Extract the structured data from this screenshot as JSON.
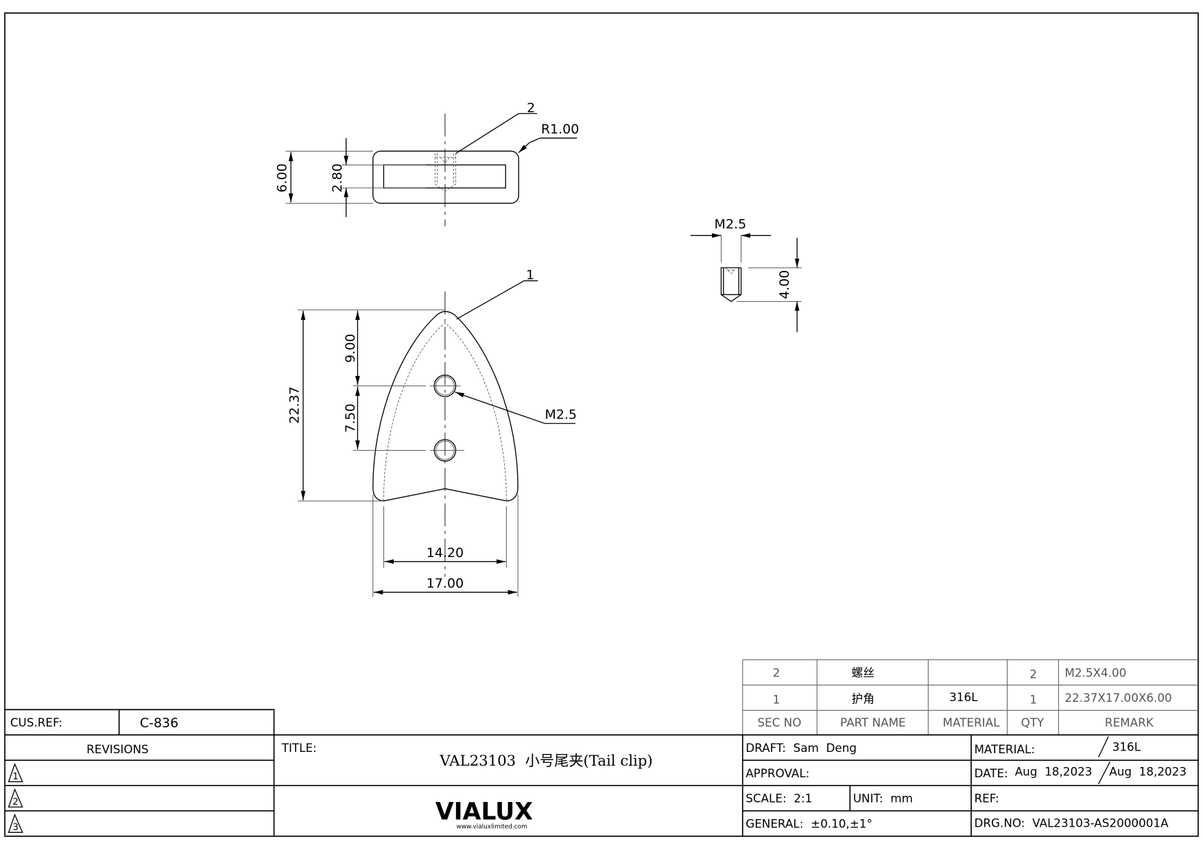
{
  "drawing": {
    "top_view": {
      "balloon": "2",
      "radius": "R1.00",
      "height": "6.00",
      "slot": "2.80"
    },
    "front_view": {
      "balloon": "1",
      "total_height": "22.37",
      "hole_offset": "9.00",
      "hole_pitch": "7.50",
      "thread": "M2.5",
      "inner_width": "14.20",
      "outer_width": "17.00"
    },
    "screw_view": {
      "thread": "M2.5",
      "length": "4.00"
    }
  },
  "bom": {
    "rows": [
      {
        "sec_no": "2",
        "part_name": "螺丝",
        "material": "",
        "qty": "2",
        "remark": "M2.5X4.00"
      },
      {
        "sec_no": "1",
        "part_name": "护角",
        "material": "316L",
        "qty": "1",
        "remark": "22.37X17.00X6.00"
      }
    ],
    "headers": {
      "sec_no": "SEC NO",
      "part_name": "PART NAME",
      "material": "MATERIAL",
      "qty": "QTY",
      "remark": "REMARK"
    }
  },
  "title_block": {
    "cus_ref_label": "CUS.REF:",
    "cus_ref": "C-836",
    "revisions_label": "REVISIONS",
    "revisions": [
      "1",
      "2",
      "3"
    ],
    "title_label": "TITLE:",
    "title": "VAL23103  小号尾夹(Tail clip)",
    "logo": "VIALUX",
    "website": "www.vialuxlimited.com",
    "draft": "DRAFT:  Sam  Deng",
    "approval": "APPROVAL:",
    "scale": "SCALE:  2:1",
    "unit": "UNIT:  mm",
    "general": "GENERAL:  ±0.10,±1°",
    "material_label": "MATERIAL:",
    "material": "316L",
    "date_label": "DATE:",
    "date1": "Aug  18,2023",
    "date2": "Aug  18,2023",
    "ref": "REF:",
    "drg_no": "DRG.NO:  VAL23103-AS2000001A"
  }
}
